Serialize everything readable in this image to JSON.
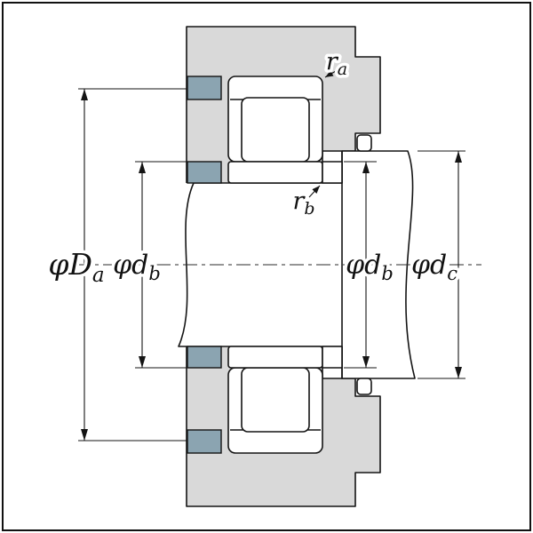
{
  "labels": {
    "Da": {
      "sym": "φD",
      "sub": "a"
    },
    "db_left": {
      "sym": "φd",
      "sub": "b"
    },
    "db_right": {
      "sym": "φd",
      "sub": "b"
    },
    "dc": {
      "sym": "φd",
      "sub": "c"
    },
    "ra": {
      "sym": "r",
      "sub": "a"
    },
    "rb": {
      "sym": "r",
      "sub": "b"
    }
  },
  "colors": {
    "background": "#ffffff",
    "housing_fill": "#d9d9d9",
    "spacer_fill": "#8ba4b1",
    "line": "#141414"
  }
}
